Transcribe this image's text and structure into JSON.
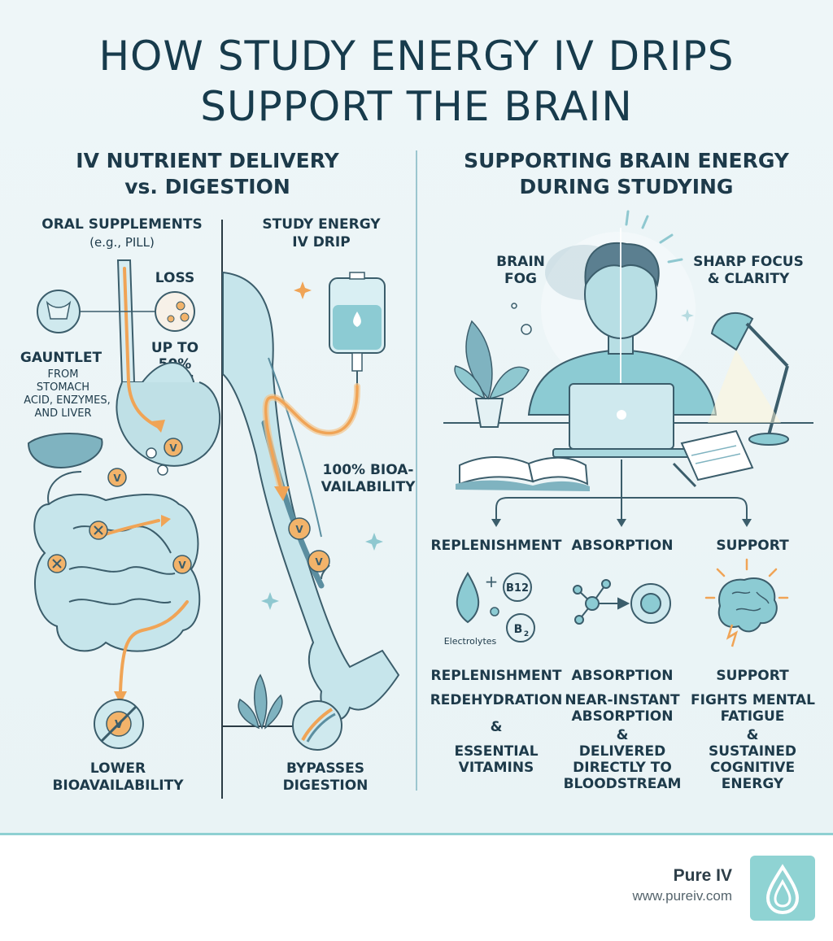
{
  "title": "HOW STUDY ENERGY IV DRIPS SUPPORT THE BRAIN",
  "left": {
    "heading_line1": "IV NUTRIENT DELIVERY",
    "heading_line2": "vs. DIGESTION",
    "oral": {
      "label": "ORAL SUPPLEMENTS",
      "sublabel": "(e.g., PILL)",
      "loss_label": "LOSS",
      "loss_pct_line1": "UP TO",
      "loss_pct_line2": "50%",
      "loss_pct_line3": "LOSS",
      "gauntlet_title": "GAUNTLET",
      "gauntlet_line1": "FROM",
      "gauntlet_line2": "STOMACH",
      "gauntlet_line3": "ACID, ENZYMES,",
      "gauntlet_line4": "AND LIVER",
      "result_line1": "LOWER",
      "result_line2": "BIOAVAILABILITY"
    },
    "iv": {
      "label_line1": "STUDY ENERGY",
      "label_line2": "IV DRIP",
      "bio_line1": "100% BIOA-",
      "bio_line2": "VAILABILITY",
      "result_line1": "BYPASSES",
      "result_line2": "DIGESTION"
    }
  },
  "right": {
    "heading_line1": "SUPPORTING BRAIN ENERGY",
    "heading_line2": "DURING STUDYING",
    "brain_fog_line1": "BRAIN",
    "brain_fog_line2": "FOG",
    "focus_line1": "SHARP FOCUS",
    "focus_line2": "& CLARITY",
    "branches": [
      {
        "top_label": "REPLENISHMENT",
        "bottom_label": "REPLENISHMENT",
        "line1": "REDEHYDRATION",
        "amp": "&",
        "line2": "ESSENTIAL",
        "line3": "VITAMINS",
        "line4": ""
      },
      {
        "top_label": "ABSORPTION",
        "bottom_label": "ABSORPTION",
        "line1": "NEAR-INSTANT",
        "line1b": "ABSORPTION",
        "amp": "&",
        "line2": "DELIVERED",
        "line3": "DIRECTLY TO",
        "line4": "BLOODSTREAM"
      },
      {
        "top_label": "SUPPORT",
        "bottom_label": "SUPPORT",
        "line1": "FIGHTS MENTAL",
        "line1b": "FATIGUE",
        "amp": "&",
        "line2": "SUSTAINED",
        "line3": "COGNITIVE",
        "line4": "ENERGY"
      }
    ],
    "icon_text": {
      "b12": "B12",
      "b2": "B",
      "b2_sub": "2",
      "electrolytes": "Electrolytes",
      "v_marker": "V"
    }
  },
  "footer": {
    "brand_name": "Pure IV",
    "brand_url": "www.pureiv.com"
  },
  "colors": {
    "accent_teal": "#7cc6cf",
    "orange": "#f0a456",
    "dark_text": "#1d3a4a",
    "footer_border": "#8fd0d2"
  }
}
